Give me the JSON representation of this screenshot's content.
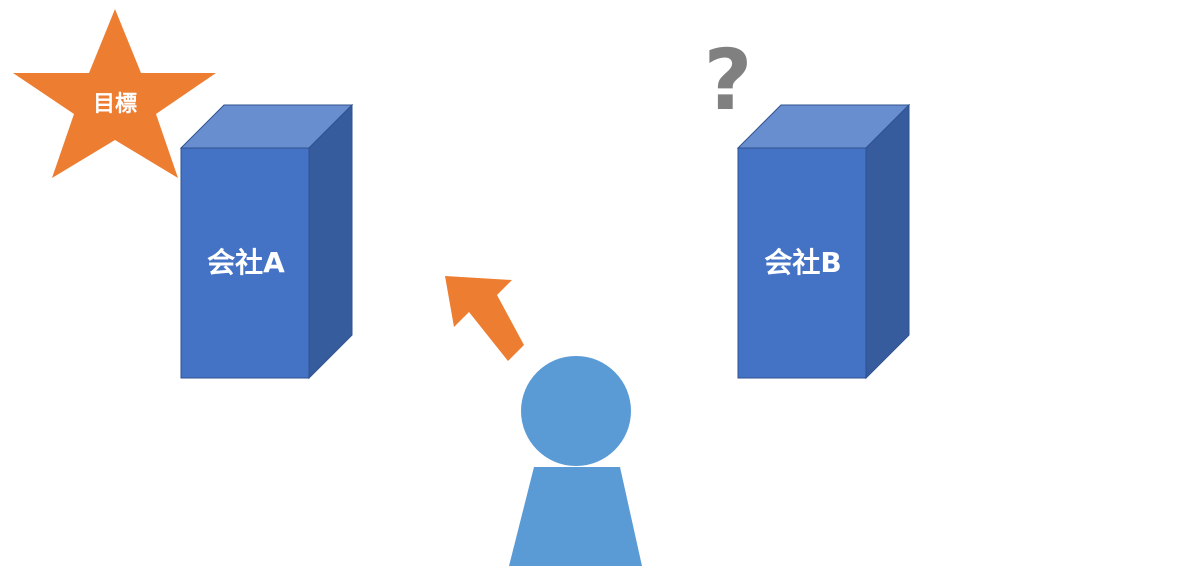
{
  "company_a": {
    "label": "会社A"
  },
  "company_b": {
    "label": "会社B"
  },
  "goal_star": {
    "label": "目標"
  },
  "question_mark": {
    "label": "?"
  },
  "colors": {
    "building_front": "#4472C4",
    "building_top": "#698ED0",
    "building_side": "#365C9E",
    "goal_star": "#ED7D31",
    "arrow": "#ED7D31",
    "person": "#5B9BD5",
    "question_mark": "#808080"
  },
  "icons": {
    "goal": "star-shape",
    "direction": "arrow-up-left",
    "person": "person-figure"
  }
}
